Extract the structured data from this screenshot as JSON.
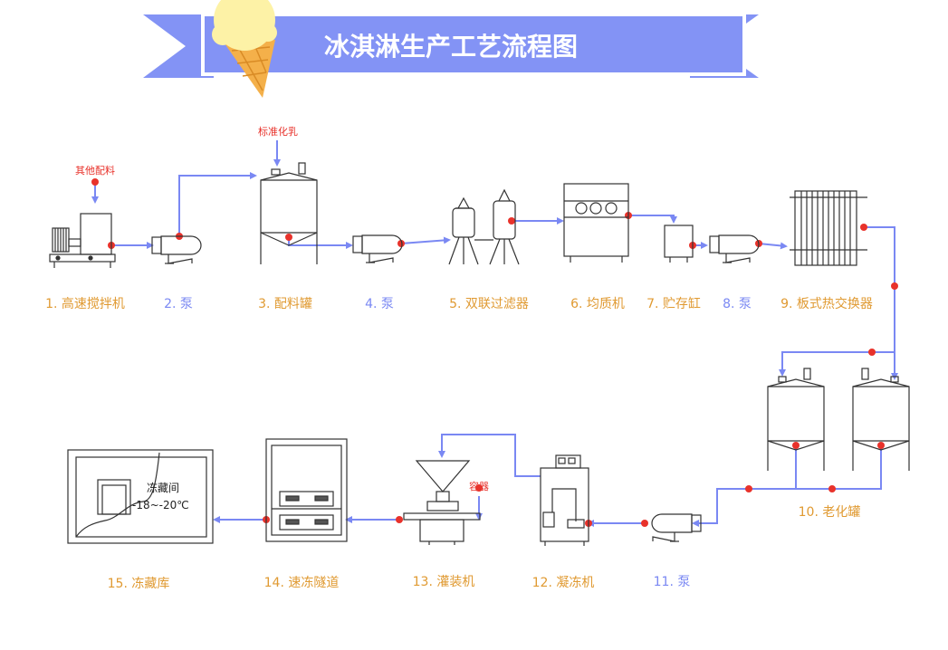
{
  "title": "冰淇淋生产工艺流程图",
  "colors": {
    "banner": "#8393f5",
    "flow": "#7a88f3",
    "node": "#e8322b",
    "label_orange": "#e09a32",
    "label_blue": "#7a88f3",
    "note_red": "#e8322b",
    "equipment": "#333333",
    "cone": "#f4b04a",
    "scoop": "#fdf2a6"
  },
  "steps": [
    {
      "label": "1. 高速搅拌机"
    },
    {
      "label": "2. 泵"
    },
    {
      "label": "3. 配料罐"
    },
    {
      "label": "4. 泵"
    },
    {
      "label": "5. 双联过滤器"
    },
    {
      "label": "6. 均质机"
    },
    {
      "label": "7. 贮存缸"
    },
    {
      "label": "8. 泵"
    },
    {
      "label": "9. 板式热交换器"
    },
    {
      "label": "10. 老化罐"
    },
    {
      "label": "11. 泵"
    },
    {
      "label": "12. 凝冻机"
    },
    {
      "label": "13. 灌装机"
    },
    {
      "label": "14. 速冻隧道"
    },
    {
      "label": "15. 冻藏库"
    }
  ],
  "notes": {
    "other_ingredients": "其他配料",
    "standardized_milk": "标准化乳",
    "container": "容器"
  },
  "cold_room": {
    "name": "冻藏间",
    "temp": "-18~-20℃"
  }
}
